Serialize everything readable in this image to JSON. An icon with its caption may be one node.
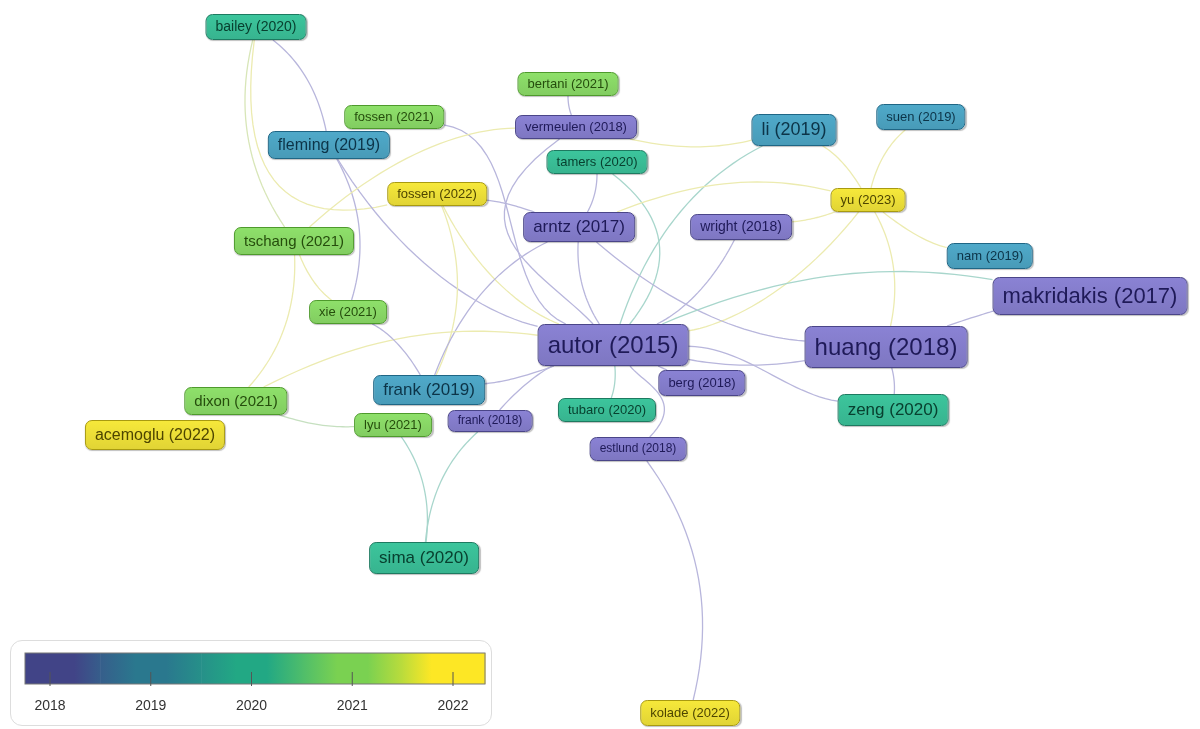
{
  "diagram": {
    "nodes": [
      {
        "text": [
          "bailey (2020)"
        ]
      },
      {
        "text": [
          "bertani (2021)"
        ]
      },
      {
        "text": [
          "fossen (2021)"
        ]
      },
      {
        "text": [
          "vermeulen (2018)"
        ]
      },
      {
        "text": [
          "li (2019)"
        ]
      },
      {
        "text": [
          "suen (2019)"
        ]
      },
      {
        "text": [
          "fleming (2019)"
        ]
      },
      {
        "text": [
          "tamers (2020)"
        ]
      },
      {
        "text": [
          "fossen (2022)"
        ]
      },
      {
        "text": [
          "yu (2023)"
        ]
      },
      {
        "text": [
          "arntz (2017)"
        ]
      },
      {
        "text": [
          "wright (2018)"
        ]
      },
      {
        "text": [
          "tschang (2021)"
        ]
      },
      {
        "text": [
          "nam (2019)"
        ]
      },
      {
        "text": [
          "makridakis (2017)"
        ]
      },
      {
        "text": [
          "xie (2021)"
        ]
      },
      {
        "text": [
          "autor (2015)"
        ]
      },
      {
        "text": [
          "huang (2018)"
        ]
      },
      {
        "text": [
          "frank (2019)"
        ]
      },
      {
        "text": [
          "berg (2018)"
        ]
      },
      {
        "text": [
          "dixon (2021)"
        ]
      },
      {
        "text": [
          "zeng (2020)"
        ]
      },
      {
        "text": [
          "tubaro (2020)"
        ]
      },
      {
        "text": [
          "lyu (2021)"
        ]
      },
      {
        "text": [
          "frank (2018)"
        ]
      },
      {
        "text": [
          "acemoglu (2022)"
        ]
      },
      {
        "text": [
          "estlund (2018)"
        ]
      },
      {
        "text": [
          "sima (2020)"
        ]
      },
      {
        "text": [
          "kolade (2022)"
        ]
      }
    ],
    "edges": [
      {
        "from": 0,
        "to": 6,
        "arrow": "none"
      },
      {
        "from": 0,
        "to": 8,
        "arrow": "none",
        "color": "#ecebb0"
      },
      {
        "from": 0,
        "to": 12,
        "arrow": "none",
        "color": "#d8e6b8"
      },
      {
        "from": 6,
        "to": 16,
        "arrow": "none"
      },
      {
        "from": 6,
        "to": 15,
        "arrow": "none"
      },
      {
        "from": 2,
        "to": 16,
        "arrow": "none"
      },
      {
        "from": 8,
        "to": 10,
        "arrow": "none"
      },
      {
        "from": 8,
        "to": 16,
        "arrow": "none",
        "color": "#ecebb0"
      },
      {
        "from": 8,
        "to": 18,
        "arrow": "none",
        "color": "#ecebb0"
      },
      {
        "from": 1,
        "to": 3,
        "arrow": "none"
      },
      {
        "from": 3,
        "to": 16,
        "arrow": "none"
      },
      {
        "from": 3,
        "to": 12,
        "arrow": "none",
        "color": "#ecebb0"
      },
      {
        "from": 7,
        "to": 10,
        "arrow": "none"
      },
      {
        "from": 7,
        "to": 16,
        "arrow": "none",
        "color": "#a8d6cc"
      },
      {
        "from": 4,
        "to": 3,
        "arrow": "none",
        "color": "#ecebb0"
      },
      {
        "from": 4,
        "to": 16,
        "arrow": "none",
        "color": "#a8d6cc"
      },
      {
        "from": 4,
        "to": 9,
        "arrow": "none",
        "color": "#ecebb0"
      },
      {
        "from": 5,
        "to": 9,
        "arrow": "none",
        "color": "#ecebb0"
      },
      {
        "from": 9,
        "to": 11,
        "arrow": "none",
        "color": "#ecebb0"
      },
      {
        "from": 9,
        "to": 10,
        "arrow": "none",
        "color": "#ecebb0"
      },
      {
        "from": 9,
        "to": 16,
        "arrow": "none",
        "color": "#ecebb0"
      },
      {
        "from": 9,
        "to": 13,
        "arrow": "none",
        "color": "#ecebb0"
      },
      {
        "from": 9,
        "to": 17,
        "arrow": "none",
        "color": "#ecebb0"
      },
      {
        "from": 10,
        "to": 16,
        "arrow": "none"
      },
      {
        "from": 10,
        "to": 17,
        "arrow": "none"
      },
      {
        "from": 10,
        "to": 18,
        "arrow": "none"
      },
      {
        "from": 11,
        "to": 16,
        "arrow": "none"
      },
      {
        "from": 14,
        "to": 17,
        "arrow": "none"
      },
      {
        "from": 14,
        "to": 16,
        "arrow": "none",
        "color": "#a8d6cc"
      },
      {
        "from": 16,
        "to": 17,
        "arrow": "none"
      },
      {
        "from": 16,
        "to": 18,
        "arrow": "none"
      },
      {
        "from": 16,
        "to": 19,
        "arrow": "none"
      },
      {
        "from": 16,
        "to": 22,
        "arrow": "none",
        "color": "#a8d6cc"
      },
      {
        "from": 16,
        "to": 26,
        "arrow": "none"
      },
      {
        "from": 16,
        "to": 20,
        "arrow": "none",
        "color": "#ecebb0"
      },
      {
        "from": 16,
        "to": 24,
        "arrow": "none"
      },
      {
        "from": 17,
        "to": 21,
        "arrow": "none"
      },
      {
        "from": 16,
        "to": 21,
        "arrow": "none"
      },
      {
        "from": 12,
        "to": 20,
        "arrow": "none",
        "color": "#ecebb0"
      },
      {
        "from": 12,
        "to": 15,
        "arrow": "none",
        "color": "#ecebb0"
      },
      {
        "from": 15,
        "to": 18,
        "arrow": "none"
      },
      {
        "from": 20,
        "to": 23,
        "arrow": "none",
        "color": "#c6e0c0"
      },
      {
        "from": 23,
        "to": 27,
        "arrow": "none",
        "color": "#a8d6cc"
      },
      {
        "from": 24,
        "to": 27,
        "arrow": "none",
        "color": "#a8d6cc"
      },
      {
        "from": 26,
        "to": 28,
        "arrow": "none"
      }
    ],
    "legend": [
      {
        "text": "2018",
        "color": "#414487"
      },
      {
        "text": "2019",
        "color": "#2a788e"
      },
      {
        "text": "2020",
        "color": "#22a884"
      },
      {
        "text": "2021",
        "color": "#7ad151"
      },
      {
        "text": "2022",
        "color": "#fde725"
      }
    ]
  }
}
